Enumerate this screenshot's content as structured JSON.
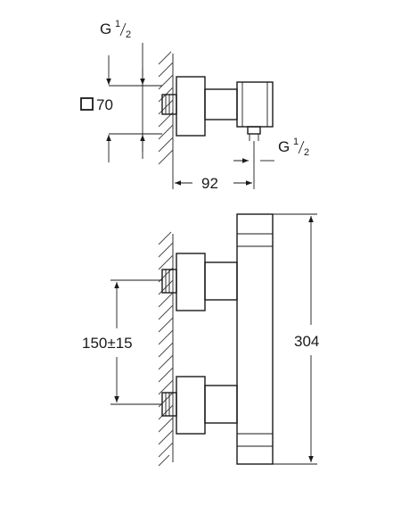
{
  "labels": {
    "thread_top_main": "G",
    "thread_top_num": "1",
    "thread_top_den": "2",
    "square_70": "70",
    "thread_side_main": "G",
    "thread_side_num": "1",
    "thread_side_den": "2",
    "dim_92": "92",
    "dim_150": "150",
    "dim_150_tol": "±15",
    "dim_304": "304"
  }
}
